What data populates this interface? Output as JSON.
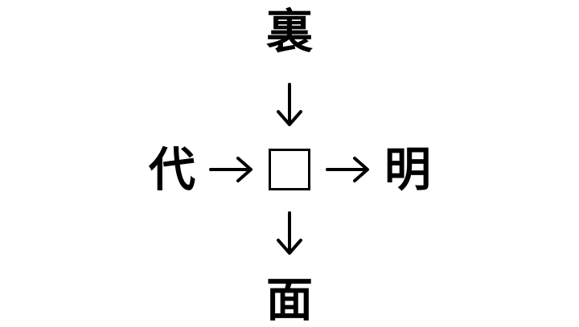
{
  "puzzle": {
    "top": "裏",
    "left": "代",
    "right": "明",
    "bottom": "面",
    "blank": "□"
  }
}
